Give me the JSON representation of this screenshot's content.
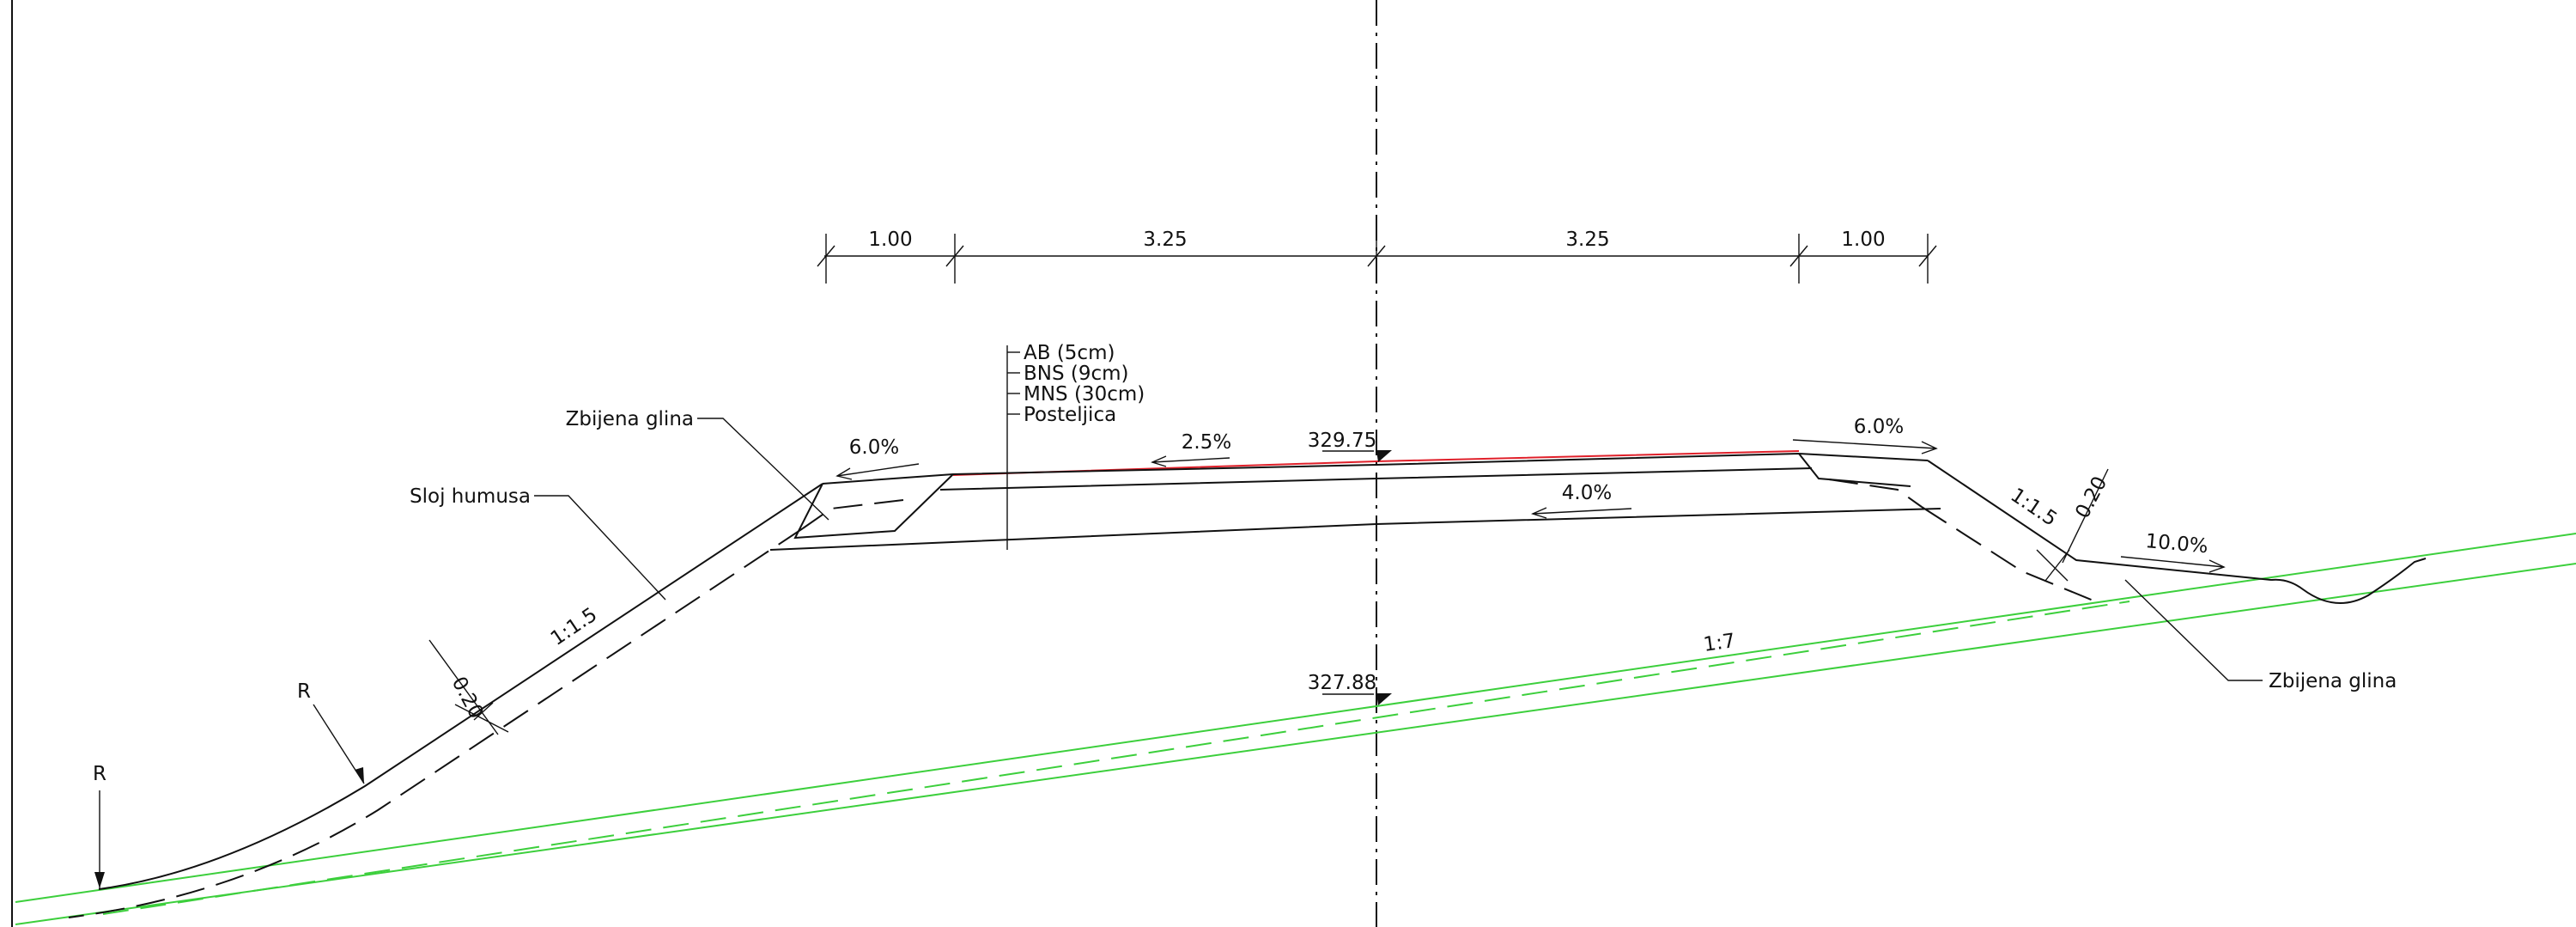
{
  "colors": {
    "background": "#ffffff",
    "line": "#111111",
    "terrain": "#3ccf3c",
    "pavement_top": "#e0202a"
  },
  "dimensions": {
    "left_shoulder": "1.00",
    "left_lane": "3.25",
    "right_lane": "3.25",
    "right_shoulder": "1.00"
  },
  "layers": {
    "ab": "AB (5cm)",
    "bns": "BNS (9cm)",
    "mns": "MNS (30cm)",
    "posteljica": "Posteljica"
  },
  "elevations": {
    "road_top": "329.75",
    "terrain_axis": "327.88"
  },
  "slopes": {
    "left_shoulder": "6.0%",
    "lane": "2.5%",
    "subgrade": "4.0%",
    "right_shoulder": "6.0%",
    "ditch": "10.0%",
    "left_embankment": "1:1.5",
    "right_embankment": "1:1.5",
    "terrain": "1:7"
  },
  "thickness": {
    "left": "0.20",
    "right": "0.20"
  },
  "labels": {
    "clay_left": "Zbijena glina",
    "humus": "Sloj humusa",
    "clay_right": "Zbijena glina",
    "radius_upper": "R",
    "radius_lower": "R"
  }
}
